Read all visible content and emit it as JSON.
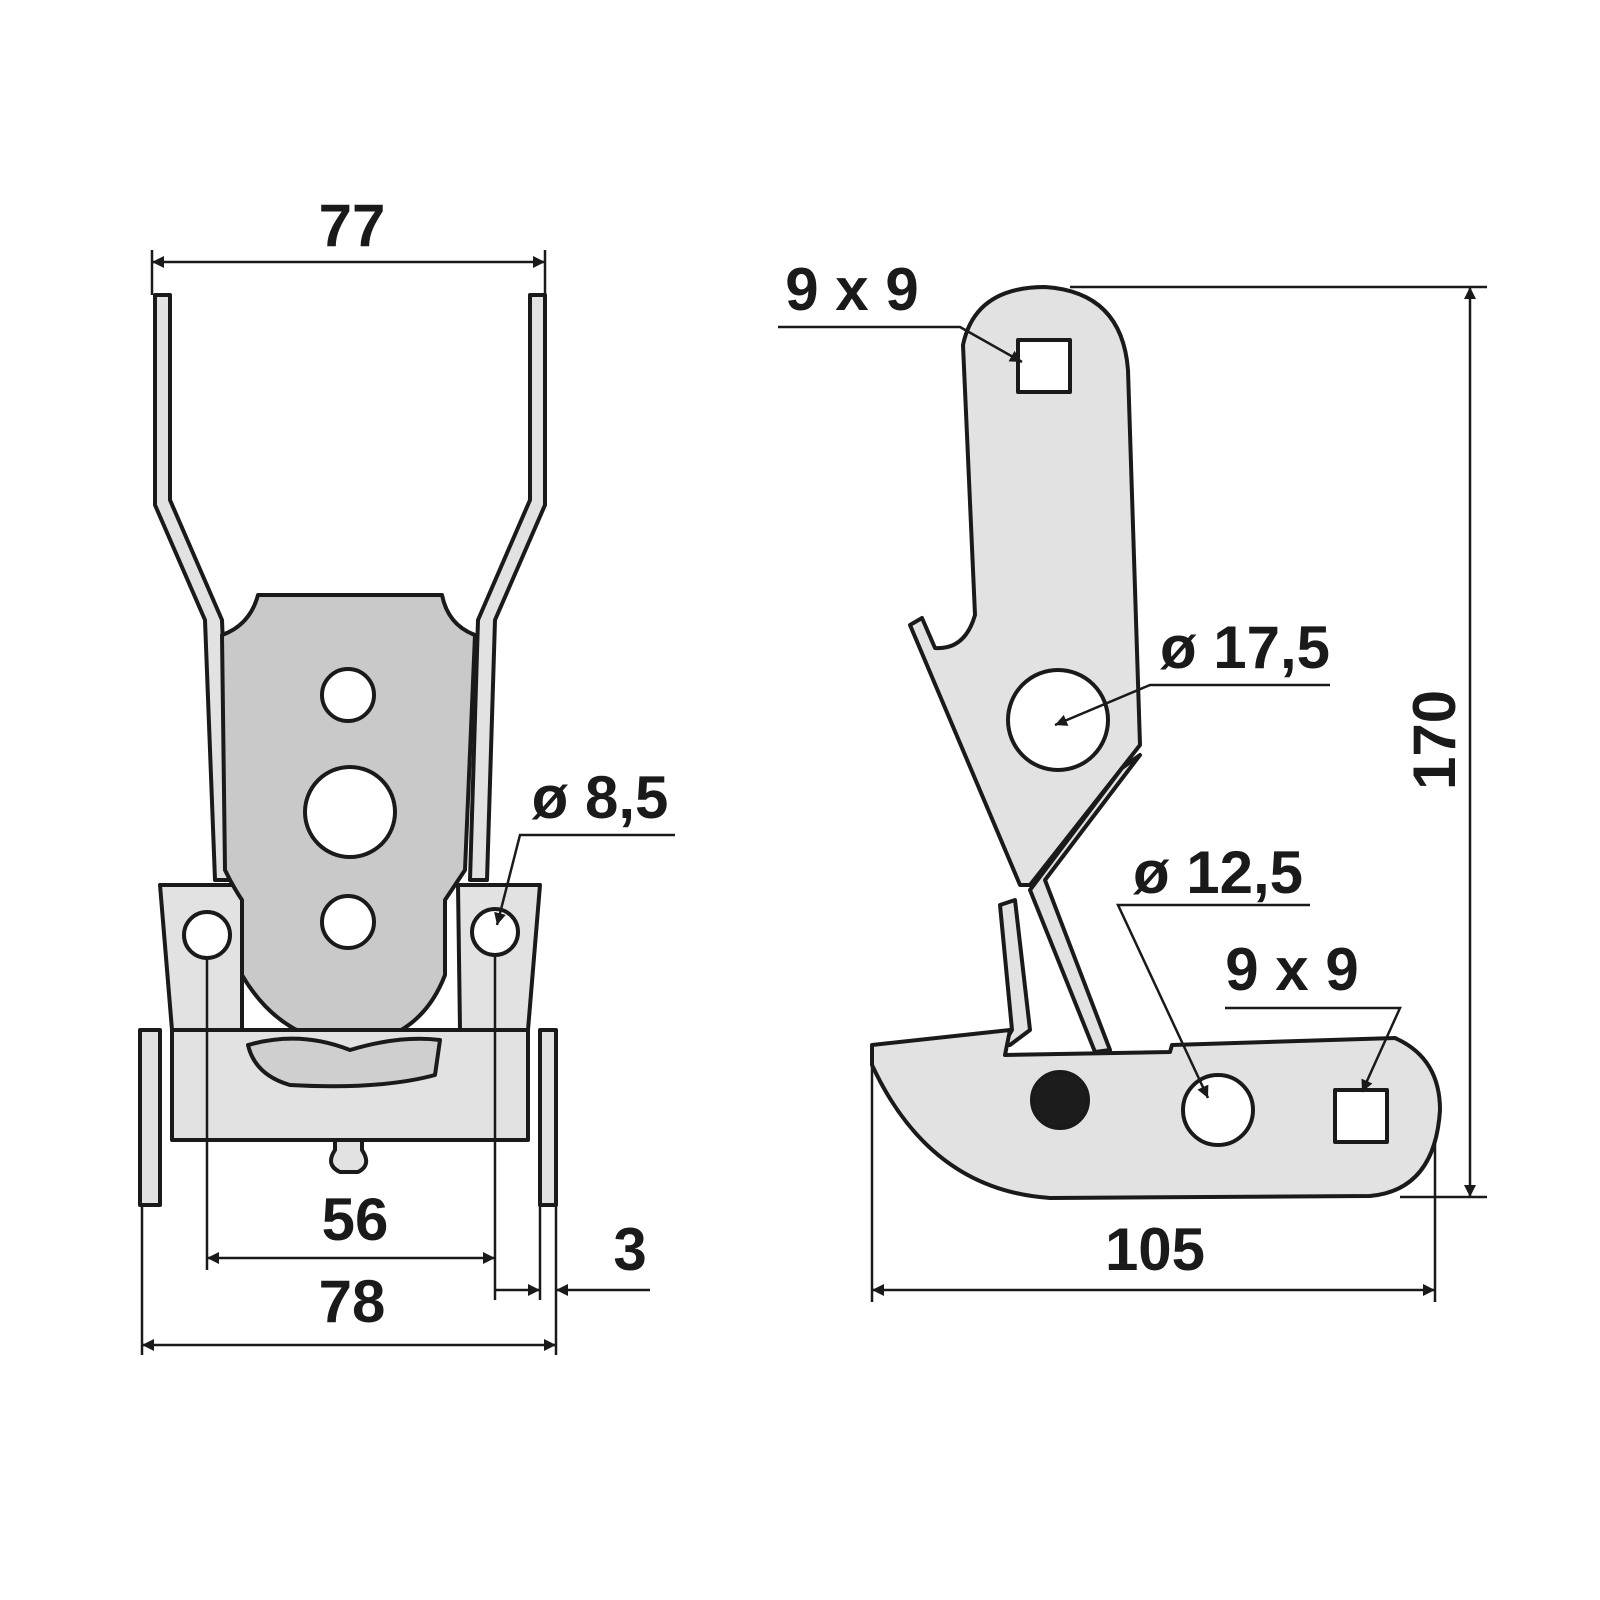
{
  "colors": {
    "part_fill": "#e2e2e2",
    "plate_fill": "#c9c9c9",
    "line": "#1a1a1a",
    "knob": "#1c1c1c"
  },
  "front_view": {
    "dim_top_width": "77",
    "dim_hole": "ø 8,5",
    "dim_hole_spacing": "56",
    "dim_overall_width": "78",
    "dim_thickness": "3"
  },
  "side_view": {
    "dim_square_top": "9 x 9",
    "dim_bore_large": "ø 17,5",
    "dim_height": "170",
    "dim_bore_small": "ø 12,5",
    "dim_square_bottom": "9 x 9",
    "dim_length": "105"
  }
}
